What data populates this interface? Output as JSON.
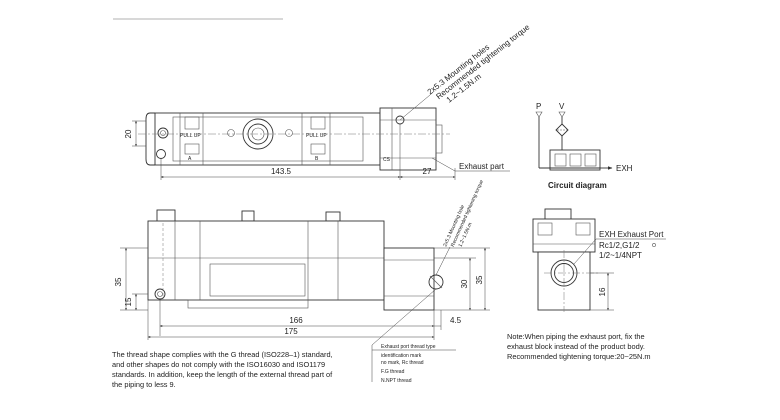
{
  "top_view": {
    "mounting_note": [
      "2x5.3 Mounting holes",
      "Recommended tightening torque",
      "1.2~1.5N.m"
    ],
    "exhaust_label": "Exhaust part",
    "pullup_left": "PULL UP",
    "pullup_right": "PULL UP",
    "dims": {
      "d20": "20",
      "d143_5": "143.5",
      "d27": "27"
    },
    "small_marks": {
      "left": "A",
      "mid": "B",
      "right": "CS"
    }
  },
  "circuit": {
    "caption": "Circuit diagram",
    "p_label": "P",
    "v_label": "V",
    "exh_label": "EXH"
  },
  "front_view": {
    "mounting_note": [
      "2x5.3 Mounting hole",
      "Recommended tightening torque",
      "1.2~1.5N.m"
    ],
    "dims": {
      "d35_left": "35",
      "d35_right": "35",
      "d30": "30",
      "d15": "15",
      "d166": "166",
      "d175": "175",
      "d4_5": "4.5"
    },
    "port_id_note": [
      "Exhaust port thread type",
      "identification mark",
      "no mark, Rc thread",
      "F.G thread",
      "N.NPT thread"
    ]
  },
  "side_view": {
    "exh_title": "EXH Exhaust Port",
    "threads": [
      "Rc1/2,G1/2",
      "1/2~1/4NPT"
    ],
    "dim16": "16"
  },
  "notes": {
    "thread_note": [
      "The thread shape complies with the G thread (ISO228–1) standard,",
      "and other shapes do not comply with the ISO16030 and ISO1179",
      "standards. In addition, keep the length of the external thread part of",
      "the piping to less 9."
    ],
    "piping_note": [
      "Note:When piping the exhaust port, fix the",
      "exhaust block instead of the product body.",
      "Recommended tightening torque:20~25N.m"
    ]
  }
}
